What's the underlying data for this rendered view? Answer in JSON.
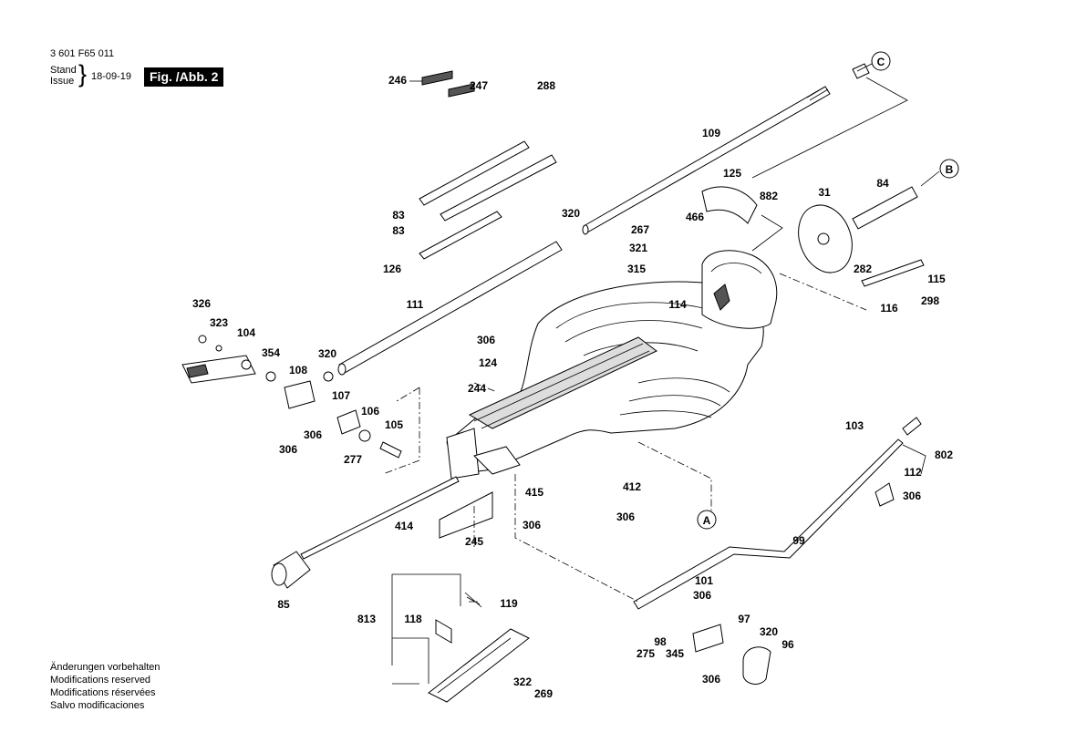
{
  "header": {
    "doc_number": "3 601 F65 011",
    "stand_label": "Stand",
    "issue_label": "Issue",
    "issue_date": "18-09-19",
    "figure_label": "Fig. /Abb. 2"
  },
  "notes": [
    "Änderungen vorbehalten",
    "Modifications reserved",
    "Modifications réservées",
    "Salvo modificaciones"
  ],
  "callouts": [
    "A",
    "B",
    "C"
  ],
  "part_labels": [
    "246",
    "247",
    "288",
    "83",
    "83",
    "126",
    "109",
    "125",
    "882",
    "466",
    "31",
    "84",
    "282",
    "115",
    "298",
    "116",
    "267",
    "321",
    "315",
    "320",
    "114",
    "111",
    "326",
    "323",
    "104",
    "354",
    "320",
    "108",
    "107",
    "106",
    "105",
    "306",
    "306",
    "277",
    "306",
    "124",
    "244",
    "103",
    "802",
    "112",
    "306",
    "415",
    "412",
    "306",
    "306",
    "414",
    "245",
    "99",
    "85",
    "101",
    "306",
    "97",
    "320",
    "96",
    "813",
    "118",
    "119",
    "98",
    "275",
    "345",
    "306",
    "322",
    "269"
  ]
}
